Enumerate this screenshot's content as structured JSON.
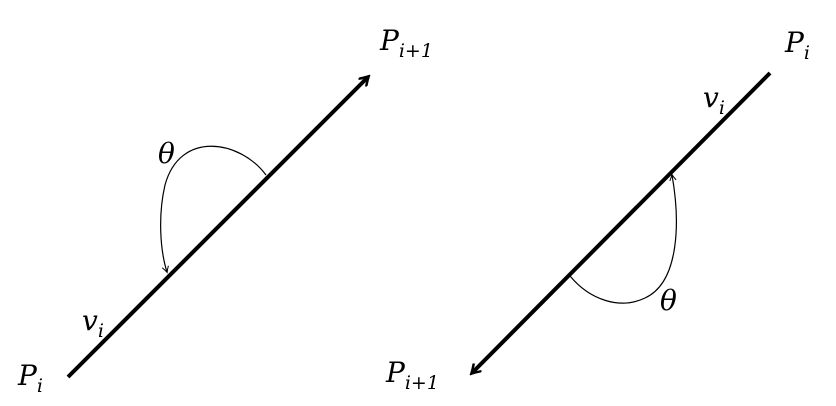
{
  "left_diagram": {
    "start_point": {
      "name": "P",
      "sub": "i"
    },
    "end_point": {
      "name": "P",
      "sub": "i+1"
    },
    "vector": {
      "name": "v",
      "sub": "i"
    },
    "angle": "θ"
  },
  "right_diagram": {
    "start_point": {
      "name": "P",
      "sub": "i"
    },
    "end_point": {
      "name": "P",
      "sub": "i+1"
    },
    "vector": {
      "name": "v",
      "sub": "i"
    },
    "angle": "θ"
  },
  "colors": {
    "stroke": "#000000"
  }
}
